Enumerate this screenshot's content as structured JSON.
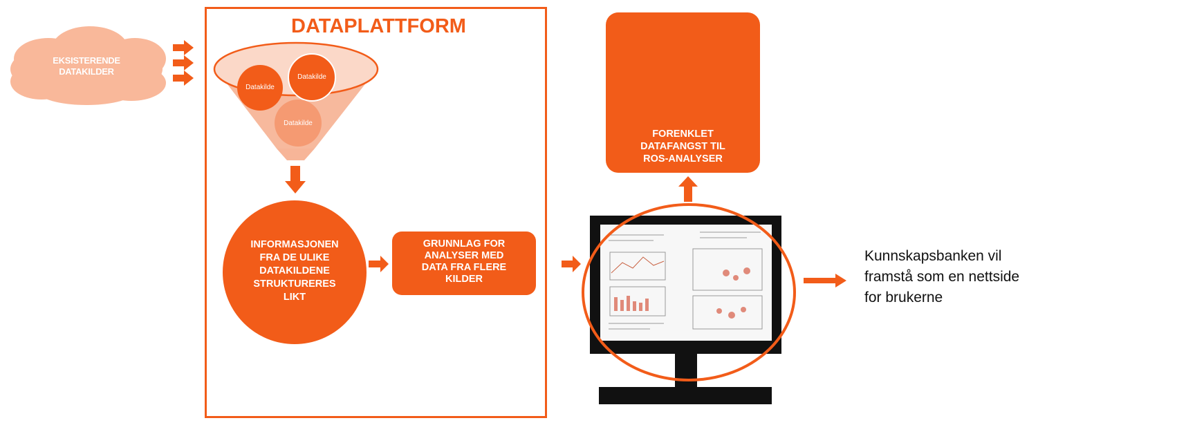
{
  "diagram": {
    "colors": {
      "accent": "#f25c19",
      "light": "#f7a27c",
      "cloud": "#f9b89a"
    },
    "sources_cloud": {
      "label_line1": "EKSISTERENDE",
      "label_line2": "DATAKILDER"
    },
    "platform": {
      "title": "DATAPLATTFORM",
      "funnel_sources": [
        "Datakilde",
        "Datakilde",
        "Datakilde"
      ],
      "structuring_step": [
        "INFORMASJONEN",
        "FRA DE ULIKE",
        "DATAKILDENE",
        "STRUKTURERES",
        "LIKT"
      ],
      "analysis_basis": [
        "GRUNNLAG FOR",
        "ANALYSER MED",
        "DATA FRA FLERE",
        "KILDER"
      ]
    },
    "ros_output": [
      "FORENKLET",
      "DATAFANGST TIL",
      "ROS-ANALYSER"
    ],
    "website_note": [
      "Kunnskapsbanken vil",
      "framstå som en nettside",
      "for brukerne"
    ],
    "icons": [
      "cloud-icon",
      "funnel-icon",
      "monitor-icon",
      "report-cover-image",
      "arrow-icon"
    ]
  }
}
